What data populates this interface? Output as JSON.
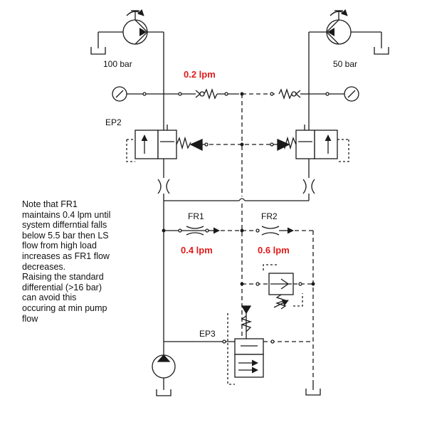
{
  "labels": {
    "pressure_left": "100 bar",
    "pressure_right": "50 bar",
    "orifice_top_flow": "0.2 lpm",
    "valve_ep2": "EP2",
    "restrictor_fr1": "FR1",
    "restrictor_fr2": "FR2",
    "flow_fr1": "0.4 lpm",
    "flow_fr2": "0.6 lpm",
    "valve_ep3": "EP3"
  },
  "note_lines": [
    "Note that FR1",
    "maintains 0.4 lpm until",
    "system differntial falls",
    "below 5.5 bar then LS",
    "flow from high load",
    "increases as FR1 flow",
    "decreases.",
    "Raising the standard",
    "differential (>16 bar)",
    "can avoid this",
    "occuring at min pump",
    "flow"
  ],
  "colors": {
    "line": "#1a1a1a",
    "highlight": "#e01b1b"
  }
}
